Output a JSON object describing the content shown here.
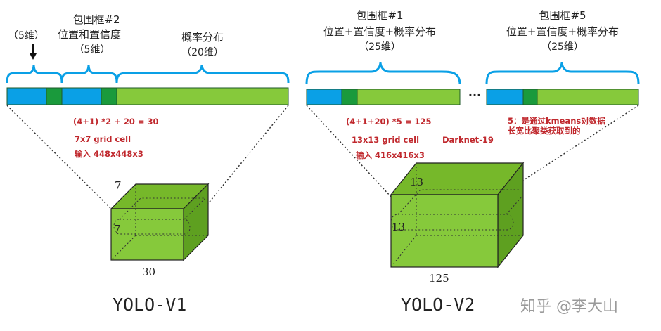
{
  "colors": {
    "blue": "#0aa0e6",
    "dark_green": "#1a9a3c",
    "light_green": "#86c93b",
    "red_text": "#c0282d"
  },
  "v1": {
    "label_5dim": "（5维）",
    "bbox2_line1": "包围框#2",
    "bbox2_line2": "位置和置信度",
    "bbox2_line3": "（5维）",
    "prob_line1": "概率分布",
    "prob_line2": "（20维）",
    "formula": "(4+1)  *2 + 20 = 30",
    "grid": "7x7 grid cell",
    "input": "输入 448x448x3",
    "cube_top": "7",
    "cube_left": "7",
    "cube_bottom": "30",
    "title": "YOLO-V1"
  },
  "v2": {
    "bbox1_line1": "包围框#1",
    "bbox1_line2": "位置+置信度+概率分布",
    "bbox1_line3": "（25维）",
    "bbox5_line1": "包围框#5",
    "bbox5_line2": "位置+置信度+概率分布",
    "bbox5_line3": "（25维）",
    "ellipsis": "···",
    "formula": "(4+1+20)  *5 = 125",
    "grid": "13x13 grid cell",
    "input": "输入 416x416x3",
    "backbone": "Darknet-19",
    "note_line1": "5：是通过kmeans对数据",
    "note_line2": "长宽比聚类获取到的",
    "cube_top": "13",
    "cube_left": "13",
    "cube_bottom": "125",
    "title": "YOLO-V2"
  },
  "watermark": "知乎 @李大山"
}
